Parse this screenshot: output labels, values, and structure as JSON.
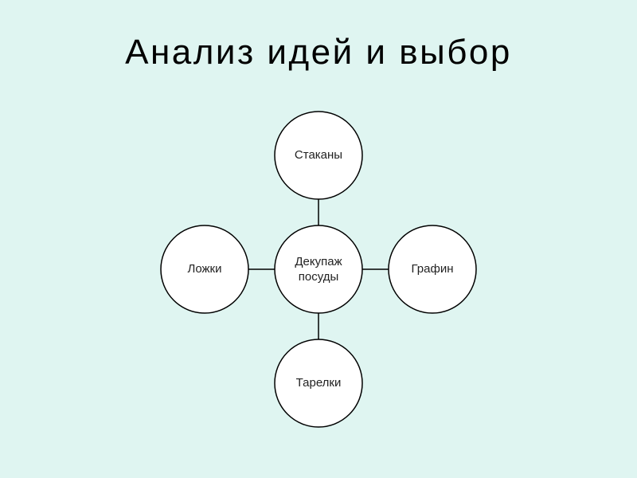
{
  "slide": {
    "title": "Анализ идей и выбор"
  },
  "diagram": {
    "center": {
      "line1": "Декупаж",
      "line2": "посуды"
    },
    "top": "Стаканы",
    "left": "Ложки",
    "right": "Графин",
    "bottom": "Тарелки"
  },
  "colors": {
    "background": "#dff5f1",
    "node_fill": "#ffffff",
    "node_stroke": "#000000"
  }
}
